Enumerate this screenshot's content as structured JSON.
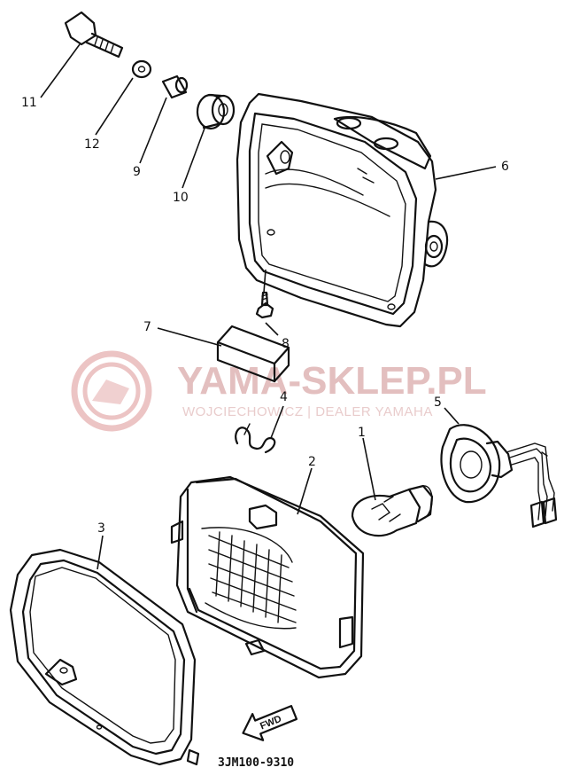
{
  "diagram_code": "3JM100-9310",
  "watermark": {
    "title": "YAMA-SKLEP.PL",
    "subtitle": "WOJCIECHOWICZ | DEALER YAMAHA"
  },
  "direction_arrow": "FWD",
  "parts": [
    {
      "id": "1",
      "label": "1"
    },
    {
      "id": "2",
      "label": "2"
    },
    {
      "id": "3",
      "label": "3"
    },
    {
      "id": "4",
      "label": "4"
    },
    {
      "id": "5",
      "label": "5"
    },
    {
      "id": "6",
      "label": "6"
    },
    {
      "id": "7",
      "label": "7"
    },
    {
      "id": "8",
      "label": "8"
    },
    {
      "id": "9",
      "label": "9"
    },
    {
      "id": "10",
      "label": "10"
    },
    {
      "id": "11",
      "label": "11"
    },
    {
      "id": "12",
      "label": "12"
    }
  ]
}
